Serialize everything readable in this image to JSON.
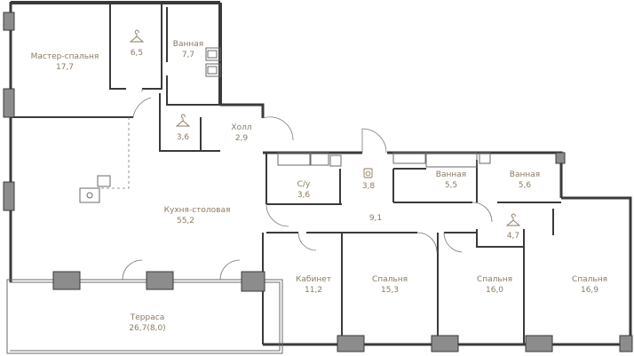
{
  "rooms": [
    {
      "name": "Мастер-спальня",
      "area": "17,7"
    },
    {
      "name": "",
      "area": "6,5",
      "icon": "hanger-icon"
    },
    {
      "name": "Ванная",
      "area": "7,7"
    },
    {
      "name": "",
      "area": "3,6",
      "icon": "hanger-icon"
    },
    {
      "name": "Холл",
      "area": "2,9"
    },
    {
      "name": "С/у",
      "area": "3,6"
    },
    {
      "name": "",
      "area": "3,8",
      "icon": "laundry-icon"
    },
    {
      "name": "Ванная",
      "area": "5,5"
    },
    {
      "name": "Ванная",
      "area": "5,6"
    },
    {
      "name": "Кухня-столовая",
      "area": "55,2"
    },
    {
      "name": "",
      "area": "9,1"
    },
    {
      "name": "",
      "area": "4,7",
      "icon": "hanger-icon"
    },
    {
      "name": "Кабинет",
      "area": "11,2"
    },
    {
      "name": "Спальня",
      "area": "15,3"
    },
    {
      "name": "Спальня",
      "area": "16,0"
    },
    {
      "name": "Спальня",
      "area": "16,9"
    },
    {
      "name": "Терраса",
      "area": "26,7(8,0)"
    }
  ],
  "colors": {
    "wall": "#3a3a3a",
    "label": "#8a7a60",
    "column": "#8c8c8c",
    "background": "#ffffff"
  }
}
